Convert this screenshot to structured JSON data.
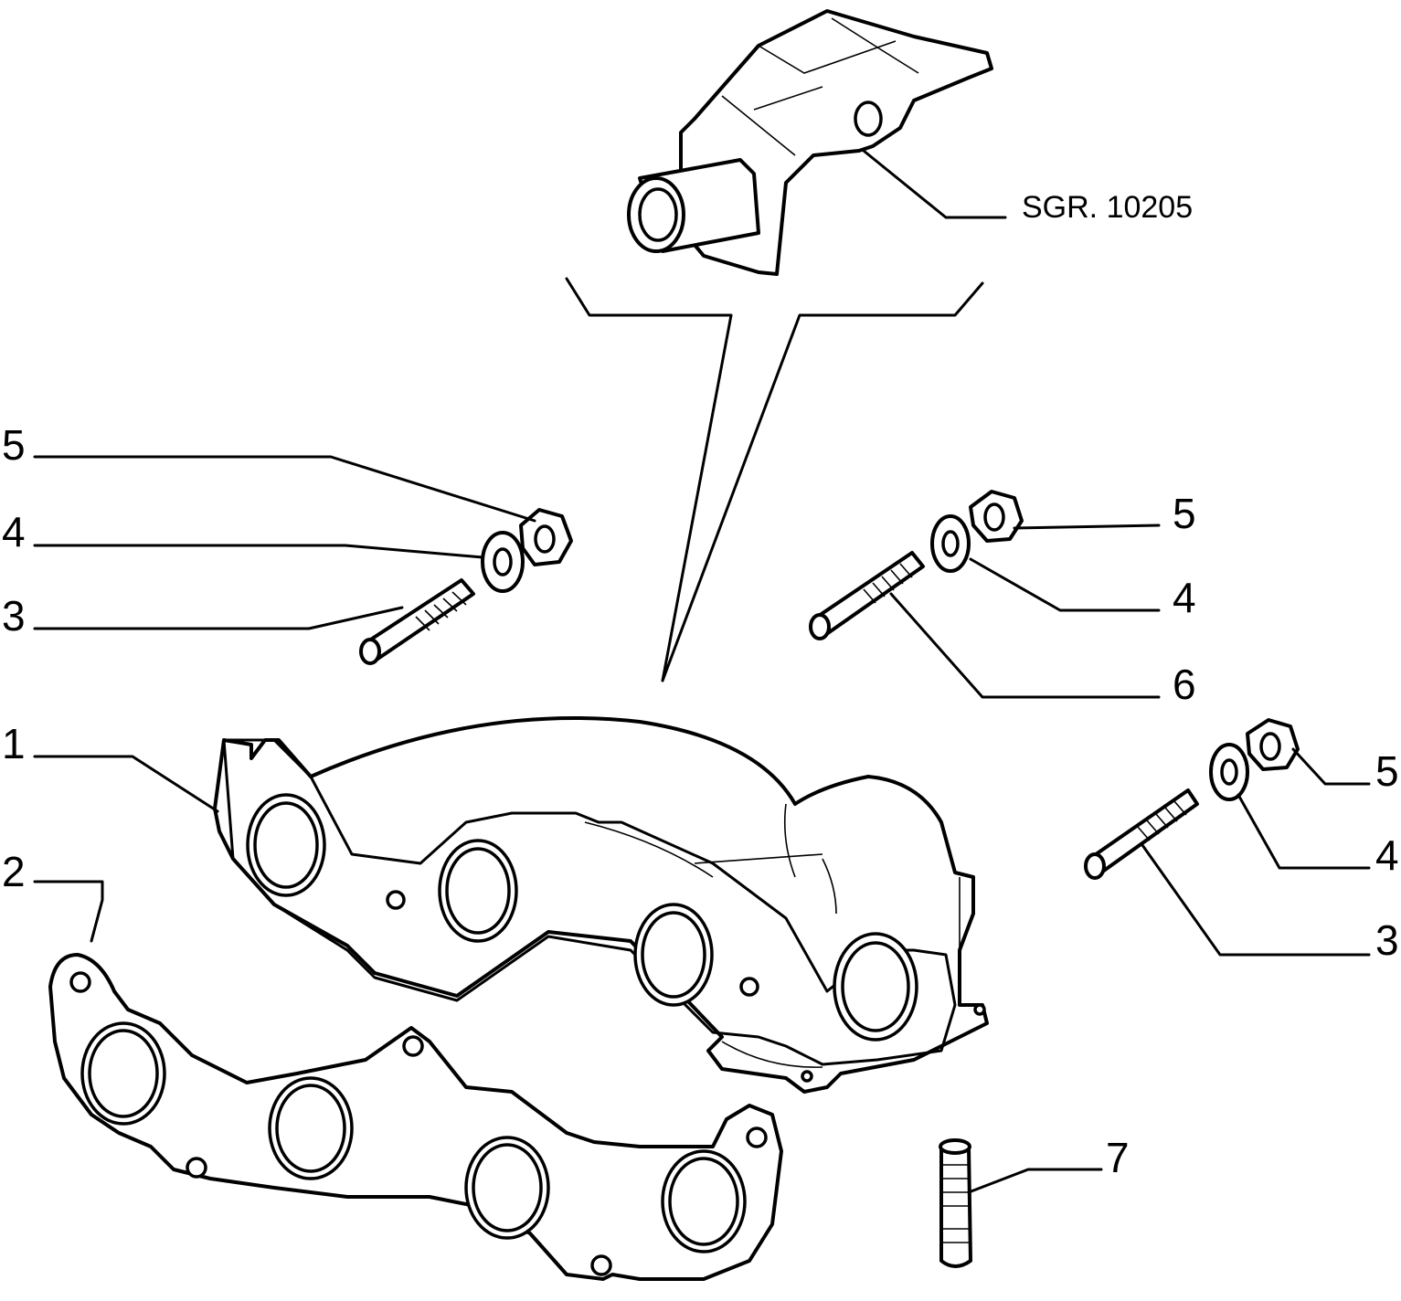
{
  "reference": {
    "text": "SGR. 10205"
  },
  "callouts": [
    {
      "id": "c5-left",
      "text": "5"
    },
    {
      "id": "c4-left",
      "text": "4"
    },
    {
      "id": "c3-left",
      "text": "3"
    },
    {
      "id": "c1",
      "text": "1"
    },
    {
      "id": "c2",
      "text": "2"
    },
    {
      "id": "c5-mid",
      "text": "5"
    },
    {
      "id": "c4-mid",
      "text": "4"
    },
    {
      "id": "c6",
      "text": "6"
    },
    {
      "id": "c5-right",
      "text": "5"
    },
    {
      "id": "c4-right",
      "text": "4"
    },
    {
      "id": "c3-right",
      "text": "3"
    },
    {
      "id": "c7",
      "text": "7"
    }
  ]
}
